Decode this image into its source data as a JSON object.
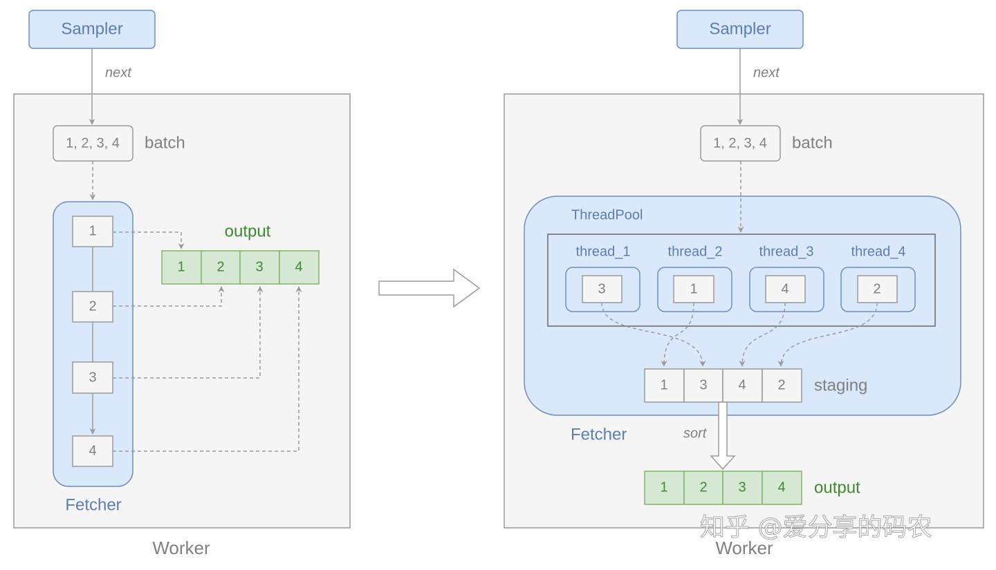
{
  "left": {
    "sampler": "Sampler",
    "next": "next",
    "batch_values": "1, 2, 3, 4",
    "batch_label": "batch",
    "fetcher_items": [
      "1",
      "2",
      "3",
      "4"
    ],
    "output_label": "output",
    "output_cells": [
      "1",
      "2",
      "3",
      "4"
    ],
    "fetcher_label": "Fetcher",
    "worker_label": "Worker"
  },
  "right": {
    "sampler": "Sampler",
    "next": "next",
    "batch_values": "1, 2, 3, 4",
    "batch_label": "batch",
    "threadpool_label": "ThreadPool",
    "threads": [
      {
        "name": "thread_1",
        "item": "3"
      },
      {
        "name": "thread_2",
        "item": "1"
      },
      {
        "name": "thread_3",
        "item": "4"
      },
      {
        "name": "thread_4",
        "item": "2"
      }
    ],
    "staging_cells": [
      "1",
      "3",
      "4",
      "2"
    ],
    "staging_label": "staging",
    "sort_label": "sort",
    "fetcher_label": "Fetcher",
    "output_cells": [
      "1",
      "2",
      "3",
      "4"
    ],
    "output_label": "output",
    "worker_label": "Worker"
  },
  "watermark": "知乎 @爱分享的码农",
  "colors": {
    "blue_fill": "#dae8fc",
    "blue_stroke": "#6c8ebf",
    "blue_text": "#5b7db1",
    "green_fill": "#d5e8d4",
    "green_stroke": "#82b366",
    "green_text": "#3c8a2e",
    "gray_text": "#808080",
    "worker_fill": "#f5f5f5",
    "worker_stroke": "#999999"
  }
}
